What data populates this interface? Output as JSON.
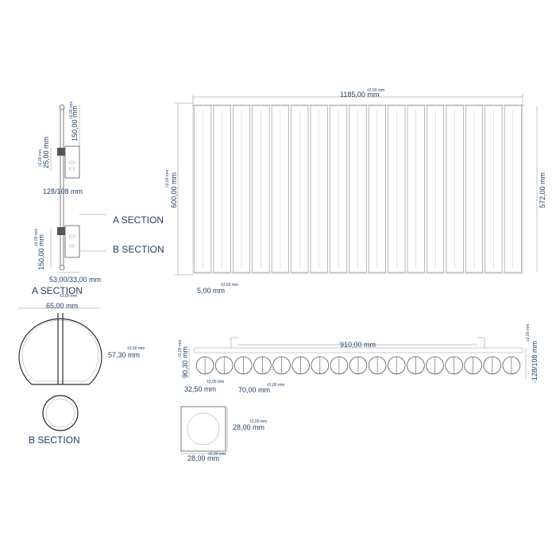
{
  "dimensions": {
    "width_overall": "1185,00 mm",
    "height_overall": "600,00 mm",
    "height_inner": "572,00 mm",
    "fin_gap": "5,00 mm",
    "tolerance": "±2,00 mm",
    "side_top": "150,00 mm",
    "side_block": "25,00 mm",
    "side_center": "128/108 mm",
    "side_bottom": "150,00 mm",
    "side_base": "53,00/33,00 mm",
    "section_width": "65,00 mm",
    "section_height": "57,30 mm",
    "plan_length": "910,00 mm",
    "plan_depth": "90,30 mm",
    "plan_spacing": "-128/108 mm",
    "plan_edge": "32,50 mm",
    "plan_pitch": "70,00 mm",
    "square_height": "28,00 mm",
    "square_width": "28,00 mm"
  },
  "labels": {
    "a_section_callout": "A SECTION",
    "b_section_callout": "B SECTION",
    "a_section_title": "A SECTION",
    "b_section_title": "B SECTION",
    "plan_small_note": "±2,00 mm"
  },
  "colors": {
    "text": "#1e3f66",
    "line": "#5a5a5a"
  },
  "front_view": {
    "fin_count": 17
  },
  "plan_view": {
    "tube_count": 17
  }
}
